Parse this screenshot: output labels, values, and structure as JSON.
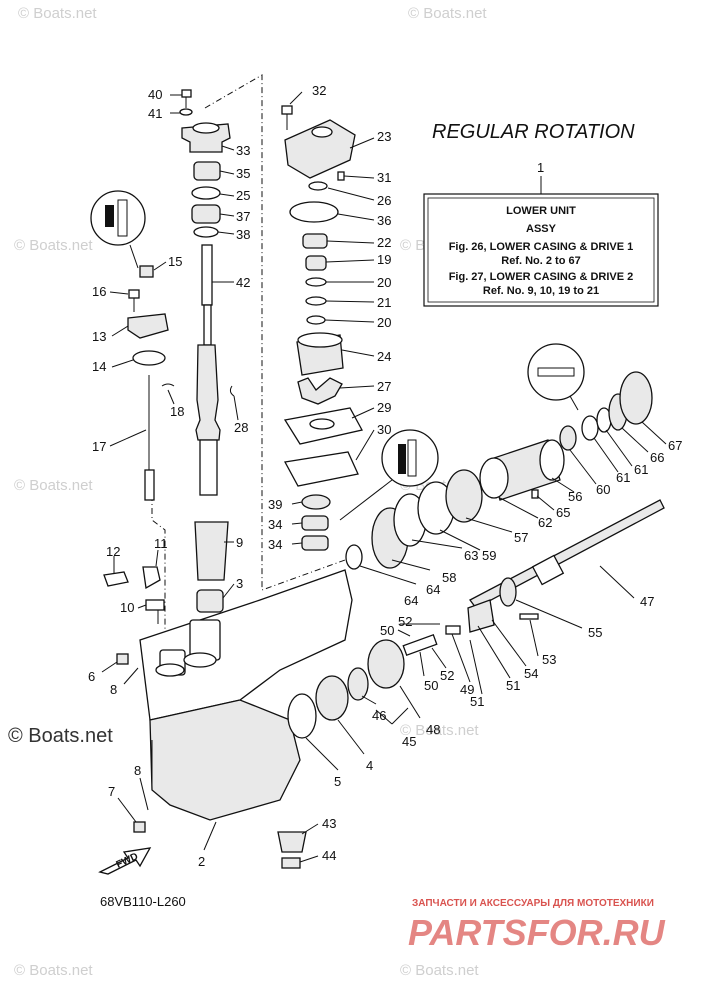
{
  "title": "REGULAR ROTATION",
  "legend_box": {
    "ref": "1",
    "line1": "LOWER UNIT",
    "line2": "ASSY",
    "line3": "Fig. 26, LOWER CASING & DRIVE 1",
    "line4": "Ref. No. 2 to 67",
    "line5": "Fig. 27, LOWER CASING & DRIVE 2",
    "line6": "Ref. No. 9, 10, 19 to 21"
  },
  "diagram_code": "68VB110-L260",
  "fwd_label": "FWD",
  "watermarks": {
    "boats": "© Boats.net",
    "main_boats": "© Boats.net",
    "parts_tagline": "ЗАПЧАСТИ И АКСЕССУАРЫ ДЛЯ МОТОТЕХНИКИ",
    "parts_logo": "PARTSFOR.RU"
  },
  "callouts": [
    "40",
    "41",
    "32",
    "23",
    "33",
    "31",
    "26",
    "35",
    "36",
    "25",
    "37",
    "38",
    "22",
    "19",
    "15",
    "42",
    "20",
    "21",
    "16",
    "20",
    "13",
    "24",
    "14",
    "27",
    "29",
    "18",
    "17",
    "28",
    "30",
    "39",
    "34",
    "34",
    "9",
    "3",
    "11",
    "12",
    "10",
    "6",
    "8",
    "8",
    "7",
    "2",
    "43",
    "44",
    "5",
    "4",
    "46",
    "45",
    "48",
    "50",
    "52",
    "52",
    "50",
    "49",
    "51",
    "51",
    "54",
    "53",
    "55",
    "47",
    "64",
    "58",
    "63",
    "59",
    "57",
    "62",
    "65",
    "56",
    "60",
    "61",
    "66",
    "67"
  ],
  "colors": {
    "line": "#111111",
    "watermark": "#cfcfcf",
    "logo_red": "#d9534f"
  }
}
